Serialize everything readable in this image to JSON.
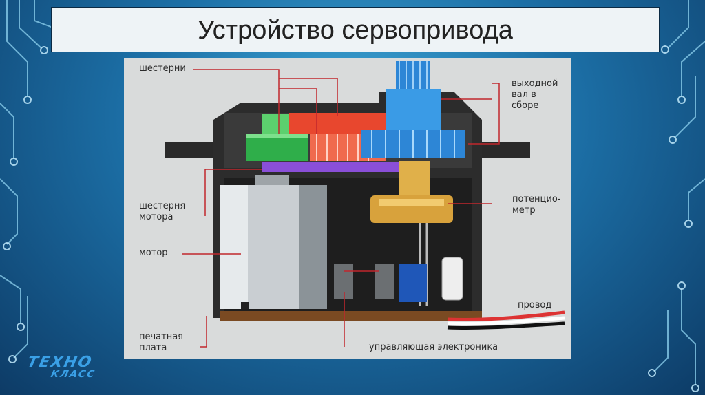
{
  "slide": {
    "title": "Устройство сервопривода"
  },
  "labels": {
    "gears": "шестерни",
    "output_shaft": "выходной\nвал в\nсборе",
    "motor_gear": "шестерня\nмотора",
    "potentiometer": "потенцио-\nметр",
    "motor": "мотор",
    "wire": "провод",
    "pcb": "печатная\nплата",
    "control_electronics": "управляющая электроника"
  },
  "logo": {
    "top": "ТЕХНО",
    "bottom": "КЛАСС"
  },
  "colors": {
    "accent_line": "#c1272d",
    "background_dark": "#0d3b66",
    "background_light": "#3fa6d6",
    "gear_green": "#2fae4a",
    "gear_red": "#e8472e",
    "gear_blue": "#2d86d6",
    "gear_purple": "#8a4fd8",
    "potentiometer_gold": "#d8a23c"
  }
}
